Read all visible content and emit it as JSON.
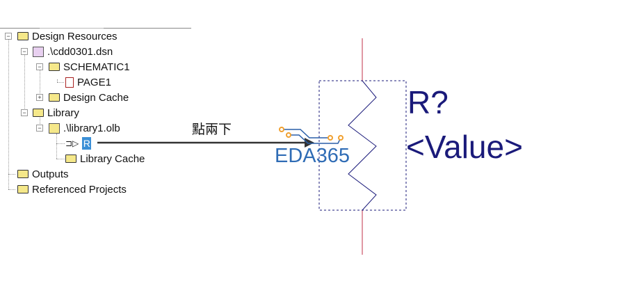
{
  "tree": {
    "items": [
      {
        "label": "Design Resources"
      },
      {
        "label": ".\\cdd0301.dsn"
      },
      {
        "label": "SCHEMATIC1"
      },
      {
        "label": "PAGE1"
      },
      {
        "label": "Design Cache"
      },
      {
        "label": "Library"
      },
      {
        "label": ".\\library1.olb"
      },
      {
        "label": "R"
      },
      {
        "label": "Library Cache"
      },
      {
        "label": "Outputs"
      },
      {
        "label": "Referenced Projects"
      }
    ]
  },
  "annotation": {
    "text": "點兩下"
  },
  "watermark": {
    "text": "EDA365"
  },
  "part": {
    "ref": "R?",
    "value": "<Value>"
  },
  "colors": {
    "pin": "#c0304a",
    "outline": "#1a1a7a",
    "accent": "#3b8fd6"
  }
}
